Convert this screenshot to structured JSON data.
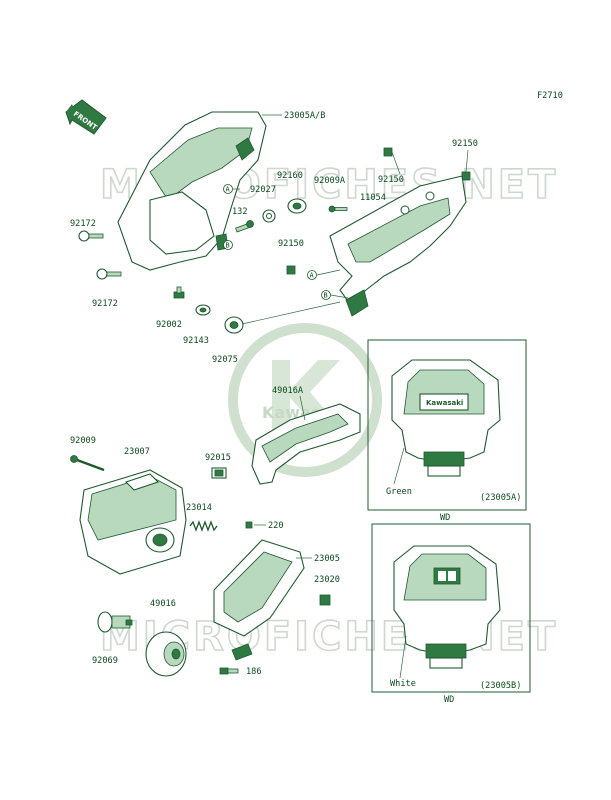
{
  "figure_code": "F2710",
  "front_arrow_text": "FRONT",
  "watermark": "MICROFICHES.NET",
  "logo_text": "Kawasaki",
  "callouts": {
    "circle_a": "A",
    "circle_b": "B"
  },
  "part_labels": {
    "p23005ab": "23005A/B",
    "p92150_top": "92150",
    "p92160": "92160",
    "p92009a": "92009A",
    "p92150_mid": "92150",
    "p11054": "11054",
    "p92027": "92027",
    "p132": "132",
    "p92172_top": "92172",
    "p92172_bot": "92172",
    "p92150_low": "92150",
    "p92002": "92002",
    "p92143": "92143",
    "p92075": "92075",
    "p49016a": "49016A",
    "p92009": "92009",
    "p23007": "23007",
    "p92015": "92015",
    "p23014": "23014",
    "p220": "220",
    "p23005": "23005",
    "p23020": "23020",
    "p49016": "49016",
    "p92069": "92069",
    "p186": "186"
  },
  "inset_a": {
    "color_label": "Green",
    "model_label": "WD",
    "part_label": "(23005A)",
    "brand_text": "Kawasaki"
  },
  "inset_b": {
    "color_label": "White",
    "model_label": "WD",
    "part_label": "(23005B)"
  }
}
